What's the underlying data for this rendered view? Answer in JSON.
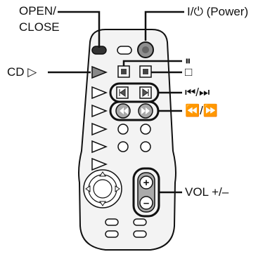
{
  "labels": {
    "open_line1": "OPEN/",
    "open_line2": "CLOSE",
    "power": "I/⏻ (Power)",
    "cd_play": "CD ▷",
    "pause": "⏸",
    "stop": "□",
    "skip": "⏮/⏭",
    "search": "⏪/⏩",
    "volume": "VOL +/–"
  },
  "remote": {
    "volume_buttons": [
      "+",
      "–"
    ]
  },
  "colors": {
    "remote_body": "#f3f3f3",
    "outline": "#111111",
    "button_gray": "#9a9a9a",
    "dark_button": "#1a1a1a"
  }
}
